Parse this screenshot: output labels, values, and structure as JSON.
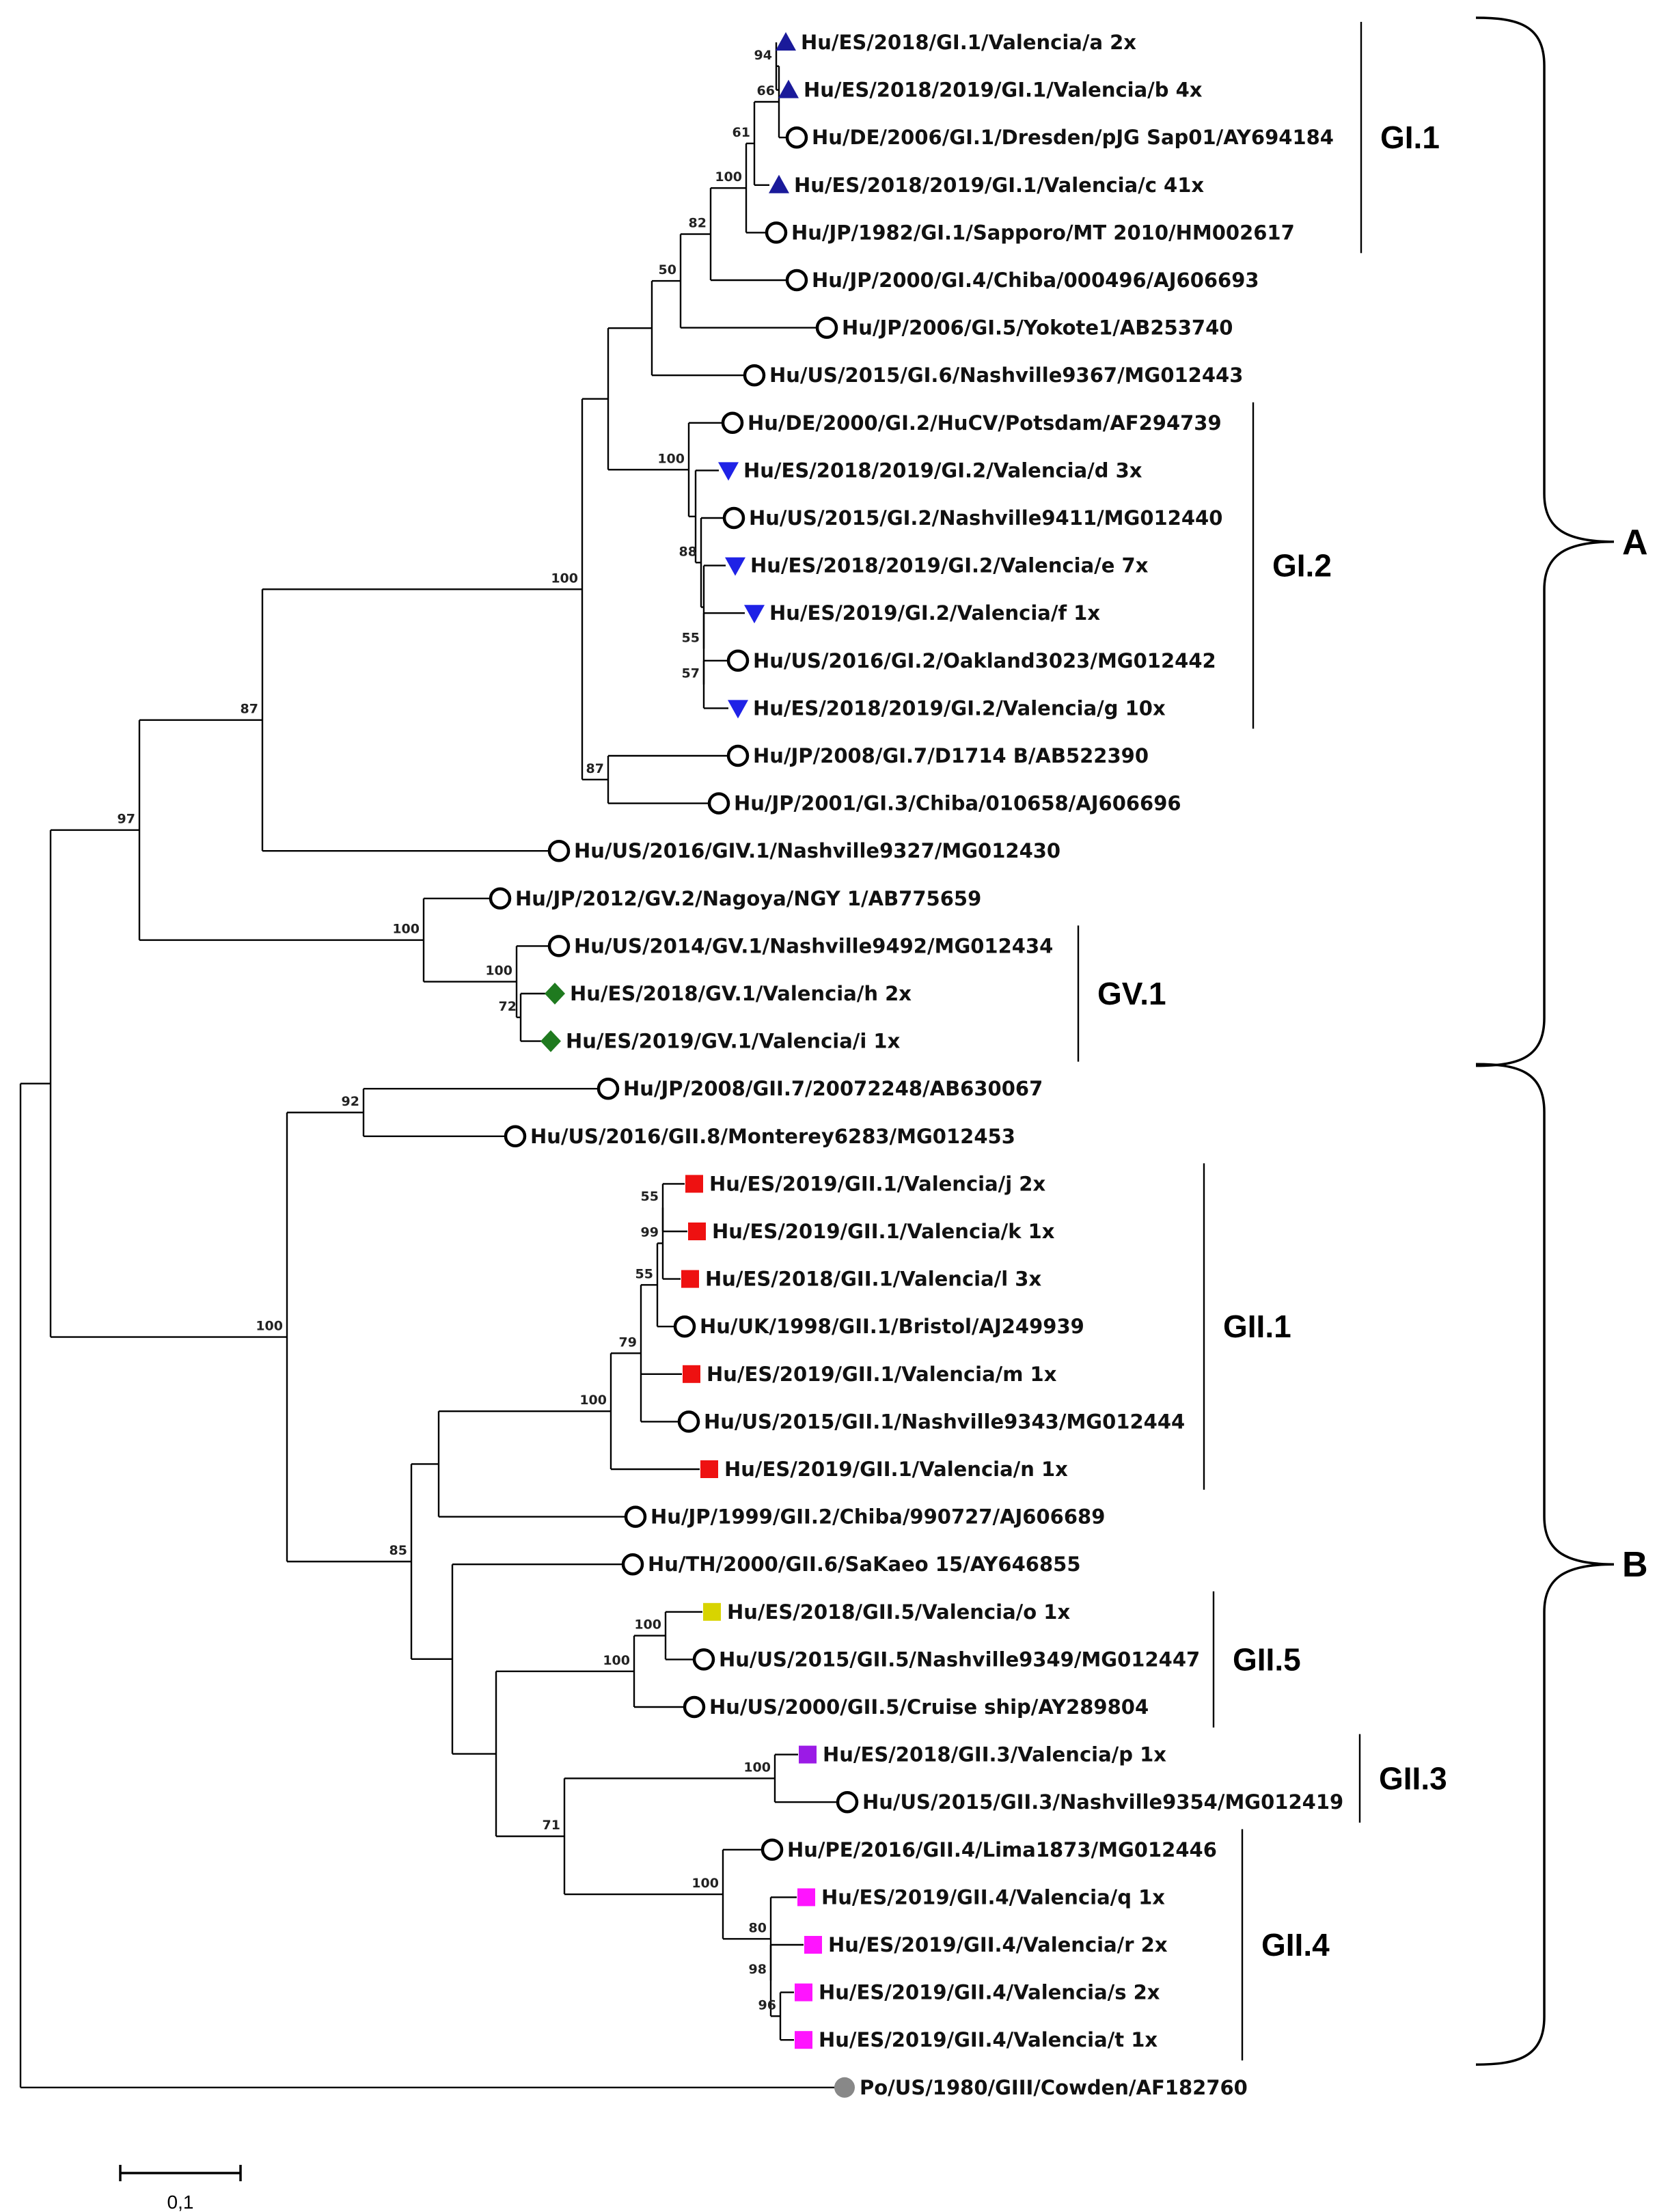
{
  "taxa": [
    {
      "id": "vA",
      "label": "Hu/ES/2018/GI.1/Valencia/a 2x",
      "marker": "triangle-up",
      "color": "#1a1a9a"
    },
    {
      "id": "vB",
      "label": "Hu/ES/2018/2019/GI.1/Valencia/b 4x",
      "marker": "triangle-up",
      "color": "#1a1a9a"
    },
    {
      "id": "dres",
      "label": "Hu/DE/2006/GI.1/Dresden/pJG Sap01/AY694184",
      "marker": "circle",
      "color": "#000000"
    },
    {
      "id": "vC",
      "label": "Hu/ES/2018/2019/GI.1/Valencia/c 41x",
      "marker": "triangle-up",
      "color": "#1a1a9a"
    },
    {
      "id": "sapp",
      "label": "Hu/JP/1982/GI.1/Sapporo/MT 2010/HM002617",
      "marker": "circle",
      "color": "#000000"
    },
    {
      "id": "chi4",
      "label": "Hu/JP/2000/GI.4/Chiba/000496/AJ606693",
      "marker": "circle",
      "color": "#000000"
    },
    {
      "id": "yok",
      "label": "Hu/JP/2006/GI.5/Yokote1/AB253740",
      "marker": "circle",
      "color": "#000000"
    },
    {
      "id": "nash6",
      "label": "Hu/US/2015/GI.6/Nashville9367/MG012443",
      "marker": "circle",
      "color": "#000000"
    },
    {
      "id": "pots",
      "label": "Hu/DE/2000/GI.2/HuCV/Potsdam/AF294739",
      "marker": "circle",
      "color": "#000000"
    },
    {
      "id": "vD",
      "label": "Hu/ES/2018/2019/GI.2/Valencia/d 3x",
      "marker": "triangle-down",
      "color": "#1f22e6"
    },
    {
      "id": "nash2",
      "label": "Hu/US/2015/GI.2/Nashville9411/MG012440",
      "marker": "circle",
      "color": "#000000"
    },
    {
      "id": "vE",
      "label": "Hu/ES/2018/2019/GI.2/Valencia/e 7x",
      "marker": "triangle-down",
      "color": "#1f22e6"
    },
    {
      "id": "vF",
      "label": "Hu/ES/2019/GI.2/Valencia/f 1x",
      "marker": "triangle-down",
      "color": "#1f22e6"
    },
    {
      "id": "oak",
      "label": "Hu/US/2016/GI.2/Oakland3023/MG012442",
      "marker": "circle",
      "color": "#000000"
    },
    {
      "id": "vG",
      "label": "Hu/ES/2018/2019/GI.2/Valencia/g 10x",
      "marker": "triangle-down",
      "color": "#1f22e6"
    },
    {
      "id": "d1714",
      "label": "Hu/JP/2008/GI.7/D1714 B/AB522390",
      "marker": "circle",
      "color": "#000000"
    },
    {
      "id": "chi3",
      "label": "Hu/JP/2001/GI.3/Chiba/010658/AJ606696",
      "marker": "circle",
      "color": "#000000"
    },
    {
      "id": "giv",
      "label": "Hu/US/2016/GIV.1/Nashville9327/MG012430",
      "marker": "circle",
      "color": "#000000"
    },
    {
      "id": "nag",
      "label": "Hu/JP/2012/GV.2/Nagoya/NGY 1/AB775659",
      "marker": "circle",
      "color": "#000000"
    },
    {
      "id": "gv1n",
      "label": "Hu/US/2014/GV.1/Nashville9492/MG012434",
      "marker": "circle",
      "color": "#000000"
    },
    {
      "id": "vH",
      "label": "Hu/ES/2018/GV.1/Valencia/h 2x",
      "marker": "diamond",
      "color": "#1f7a1f"
    },
    {
      "id": "vI",
      "label": "Hu/ES/2019/GV.1/Valencia/i 1x",
      "marker": "diamond",
      "color": "#1f7a1f"
    },
    {
      "id": "g27",
      "label": "Hu/JP/2008/GII.7/20072248/AB630067",
      "marker": "circle",
      "color": "#000000"
    },
    {
      "id": "mont",
      "label": "Hu/US/2016/GII.8/Monterey6283/MG012453",
      "marker": "circle",
      "color": "#000000"
    },
    {
      "id": "vJ",
      "label": "Hu/ES/2019/GII.1/Valencia/j 2x",
      "marker": "square",
      "color": "#ee1111"
    },
    {
      "id": "vK",
      "label": "Hu/ES/2019/GII.1/Valencia/k 1x",
      "marker": "square",
      "color": "#ee1111"
    },
    {
      "id": "vL",
      "label": "Hu/ES/2018/GII.1/Valencia/l 3x",
      "marker": "square",
      "color": "#ee1111"
    },
    {
      "id": "bris",
      "label": "Hu/UK/1998/GII.1/Bristol/AJ249939",
      "marker": "circle",
      "color": "#000000"
    },
    {
      "id": "vM",
      "label": "Hu/ES/2019/GII.1/Valencia/m 1x",
      "marker": "square",
      "color": "#ee1111"
    },
    {
      "id": "nashG1",
      "label": "Hu/US/2015/GII.1/Nashville9343/MG012444",
      "marker": "circle",
      "color": "#000000"
    },
    {
      "id": "vN",
      "label": "Hu/ES/2019/GII.1/Valencia/n 1x",
      "marker": "square",
      "color": "#ee1111"
    },
    {
      "id": "chiG2",
      "label": "Hu/JP/1999/GII.2/Chiba/990727/AJ606689",
      "marker": "circle",
      "color": "#000000"
    },
    {
      "id": "sak",
      "label": "Hu/TH/2000/GII.6/SaKaeo 15/AY646855",
      "marker": "circle",
      "color": "#000000"
    },
    {
      "id": "vO",
      "label": "Hu/ES/2018/GII.5/Valencia/o 1x",
      "marker": "square",
      "color": "#d8d400"
    },
    {
      "id": "nashG5",
      "label": "Hu/US/2015/GII.5/Nashville9349/MG012447",
      "marker": "circle",
      "color": "#000000"
    },
    {
      "id": "cru",
      "label": "Hu/US/2000/GII.5/Cruise ship/AY289804",
      "marker": "circle",
      "color": "#000000"
    },
    {
      "id": "vP",
      "label": "Hu/ES/2018/GII.3/Valencia/p 1x",
      "marker": "square",
      "color": "#9b1be6"
    },
    {
      "id": "nashG3",
      "label": "Hu/US/2015/GII.3/Nashville9354/MG012419",
      "marker": "circle",
      "color": "#000000"
    },
    {
      "id": "lima",
      "label": "Hu/PE/2016/GII.4/Lima1873/MG012446",
      "marker": "circle",
      "color": "#000000"
    },
    {
      "id": "vQ",
      "label": "Hu/ES/2019/GII.4/Valencia/q 1x",
      "marker": "square",
      "color": "#ff14ff"
    },
    {
      "id": "vR",
      "label": "Hu/ES/2019/GII.4/Valencia/r 2x",
      "marker": "square",
      "color": "#ff14ff"
    },
    {
      "id": "vS",
      "label": "Hu/ES/2019/GII.4/Valencia/s 2x",
      "marker": "square",
      "color": "#ff14ff"
    },
    {
      "id": "vT",
      "label": "Hu/ES/2019/GII.4/Valencia/t 1x",
      "marker": "square",
      "color": "#ff14ff"
    },
    {
      "id": "cow",
      "label": "Po/US/1980/GIII/Cowden/AF182760",
      "marker": "circle-filled",
      "color": "#888888"
    }
  ],
  "nodes": [
    {
      "id": "n94",
      "children": [
        "vA",
        "vB"
      ],
      "support": "94"
    },
    {
      "id": "n66",
      "children": [
        "n94",
        "dres"
      ],
      "support": "66"
    },
    {
      "id": "n61",
      "children": [
        "n66",
        "vC"
      ],
      "support": "61"
    },
    {
      "id": "n100a",
      "children": [
        "n61",
        "sapp"
      ],
      "support": "100"
    },
    {
      "id": "n82",
      "children": [
        "n100a",
        "chi4"
      ],
      "support": "82"
    },
    {
      "id": "n50",
      "children": [
        "n82",
        "yok"
      ],
      "support": "50"
    },
    {
      "id": "n_gi6",
      "children": [
        "n50",
        "nash6"
      ],
      "support": ""
    },
    {
      "id": "n57",
      "children": [
        "oak",
        "vG"
      ],
      "support": "57"
    },
    {
      "id": "n55a",
      "children": [
        "vF",
        "n57"
      ],
      "support": "55"
    },
    {
      "id": "n_e",
      "children": [
        "vE",
        "n55a"
      ],
      "support": ""
    },
    {
      "id": "n88",
      "children": [
        "nash2",
        "n_e"
      ],
      "support": "88"
    },
    {
      "id": "n_d",
      "children": [
        "vD",
        "n88"
      ],
      "support": ""
    },
    {
      "id": "n100b",
      "children": [
        "pots",
        "n_d"
      ],
      "support": "100"
    },
    {
      "id": "n_gi1gi2",
      "children": [
        "n_gi6",
        "n100b"
      ],
      "support": ""
    },
    {
      "id": "n87a",
      "children": [
        "d1714",
        "chi3"
      ],
      "support": "87"
    },
    {
      "id": "n100c",
      "children": [
        "n_gi1gi2",
        "n87a"
      ],
      "support": "100"
    },
    {
      "id": "n87b",
      "children": [
        "n100c",
        "giv"
      ],
      "support": "87"
    },
    {
      "id": "n72",
      "children": [
        "vH",
        "vI"
      ],
      "support": "72"
    },
    {
      "id": "n100e",
      "children": [
        "gv1n",
        "n72"
      ],
      "support": "100"
    },
    {
      "id": "n100d",
      "children": [
        "nag",
        "n100e"
      ],
      "support": "100"
    },
    {
      "id": "n97",
      "children": [
        "n87b",
        "n100d"
      ],
      "support": "97"
    },
    {
      "id": "n92",
      "children": [
        "g27",
        "mont"
      ],
      "support": "92"
    },
    {
      "id": "n55b",
      "children": [
        "vJ",
        "vK"
      ],
      "support": "55"
    },
    {
      "id": "n99",
      "children": [
        "n55b",
        "vL"
      ],
      "support": "99"
    },
    {
      "id": "n55c",
      "children": [
        "n99",
        "bris"
      ],
      "support": "55"
    },
    {
      "id": "n79",
      "children": [
        "n55c",
        "vM",
        "nashG1"
      ],
      "support": "79"
    },
    {
      "id": "n100f",
      "children": [
        "n79",
        "vN"
      ],
      "support": "100"
    },
    {
      "id": "n_gii2",
      "children": [
        "n100f",
        "chiG2"
      ],
      "support": ""
    },
    {
      "id": "n100g",
      "children": [
        "vO",
        "nashG5"
      ],
      "support": "100"
    },
    {
      "id": "n100h",
      "children": [
        "n100g",
        "cru"
      ],
      "support": "100"
    },
    {
      "id": "n100i",
      "children": [
        "vP",
        "nashG3"
      ],
      "support": "100"
    },
    {
      "id": "n96",
      "children": [
        "vS",
        "vT"
      ],
      "support": "96"
    },
    {
      "id": "n98",
      "children": [
        "vR",
        "n96"
      ],
      "support": "98"
    },
    {
      "id": "n80",
      "children": [
        "vQ",
        "n98"
      ],
      "support": "80"
    },
    {
      "id": "n100j",
      "children": [
        "lima",
        "n80"
      ],
      "support": "100"
    },
    {
      "id": "n71",
      "children": [
        "n100i",
        "n100j"
      ],
      "support": "71"
    },
    {
      "id": "n_mid",
      "children": [
        "n100h",
        "n71"
      ],
      "support": ""
    },
    {
      "id": "n_gii6",
      "children": [
        "sak",
        "n_mid"
      ],
      "support": ""
    },
    {
      "id": "n85",
      "children": [
        "n_gii2",
        "n_gii6"
      ],
      "support": "85"
    },
    {
      "id": "n100k",
      "children": [
        "n92",
        "n85"
      ],
      "support": "100"
    },
    {
      "id": "n_ab",
      "children": [
        "n97",
        "n100k"
      ],
      "support": ""
    },
    {
      "id": "root",
      "children": [
        "n_ab",
        "cow"
      ],
      "support": ""
    }
  ],
  "genogroups": [
    {
      "label": "GI.1",
      "from": "vA",
      "to": "sapp"
    },
    {
      "label": "GI.2",
      "from": "pots",
      "to": "vG"
    },
    {
      "label": "GV.1",
      "from": "gv1n",
      "to": "vI"
    },
    {
      "label": "GII.1",
      "from": "vJ",
      "to": "vN"
    },
    {
      "label": "GII.5",
      "from": "vO",
      "to": "cru"
    },
    {
      "label": "GII.3",
      "from": "vP",
      "to": "nashG3"
    },
    {
      "label": "GII.4",
      "from": "lima",
      "to": "vT"
    }
  ],
  "clades": [
    {
      "label": "A",
      "from": "vA",
      "to": "vI"
    },
    {
      "label": "B",
      "from": "g27",
      "to": "vT"
    }
  ],
  "scale_bar": {
    "label": "0,1"
  }
}
